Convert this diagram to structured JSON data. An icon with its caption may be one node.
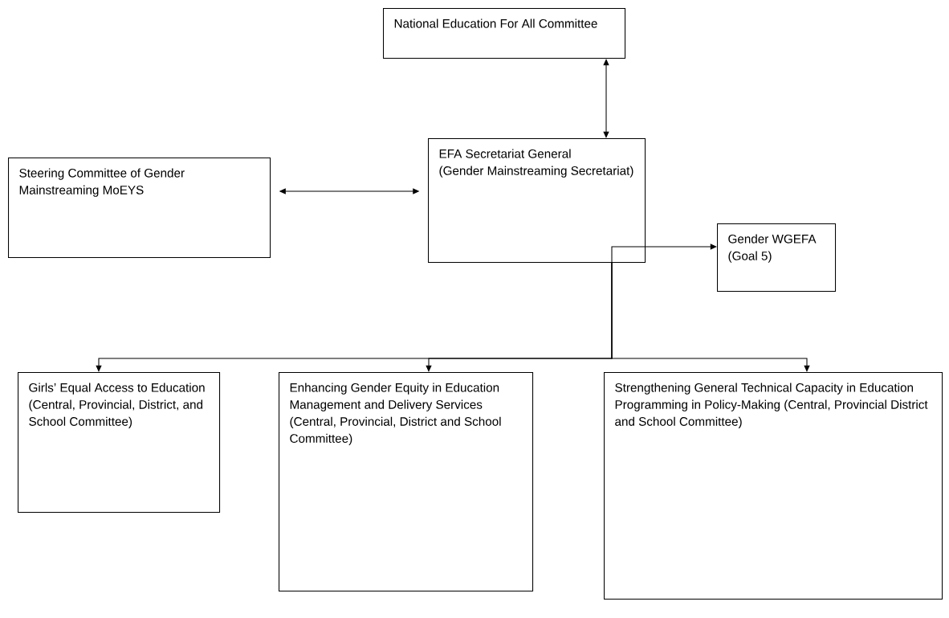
{
  "diagram": {
    "nodes": [
      {
        "text": [
          "National Education For All Committee"
        ]
      },
      {
        "text": [
          "EFA Secretariat General",
          "(Gender Mainstreaming Secretariat)"
        ]
      },
      {
        "text": [
          "Steering Committee of Gender Mainstreaming MoEYS"
        ]
      },
      {
        "text": [
          "Gender WGEFA",
          "(Goal 5)"
        ]
      },
      {
        "text": [
          "Girls’ Equal Access to Education (Central, Provincial, District, and School Committee)"
        ]
      },
      {
        "text": [
          "Enhancing Gender Equity in Education Management and Delivery Services (Central, Provincial, District and School Committee)"
        ]
      },
      {
        "text": [
          "Strengthening General Technical Capacity in Education Programming in Policy-Making (Central, Provincial District and School Committee)"
        ]
      }
    ],
    "edges": [
      {
        "from": 0,
        "to": 1,
        "arrow": "both"
      },
      {
        "from": 2,
        "to": 1,
        "arrow": "both"
      },
      {
        "from": 1,
        "to": 3,
        "arrow": "to"
      },
      {
        "from": 1,
        "to": 4,
        "arrow": "to"
      },
      {
        "from": 1,
        "to": 5,
        "arrow": "to"
      },
      {
        "from": 1,
        "to": 6,
        "arrow": "to"
      }
    ]
  }
}
